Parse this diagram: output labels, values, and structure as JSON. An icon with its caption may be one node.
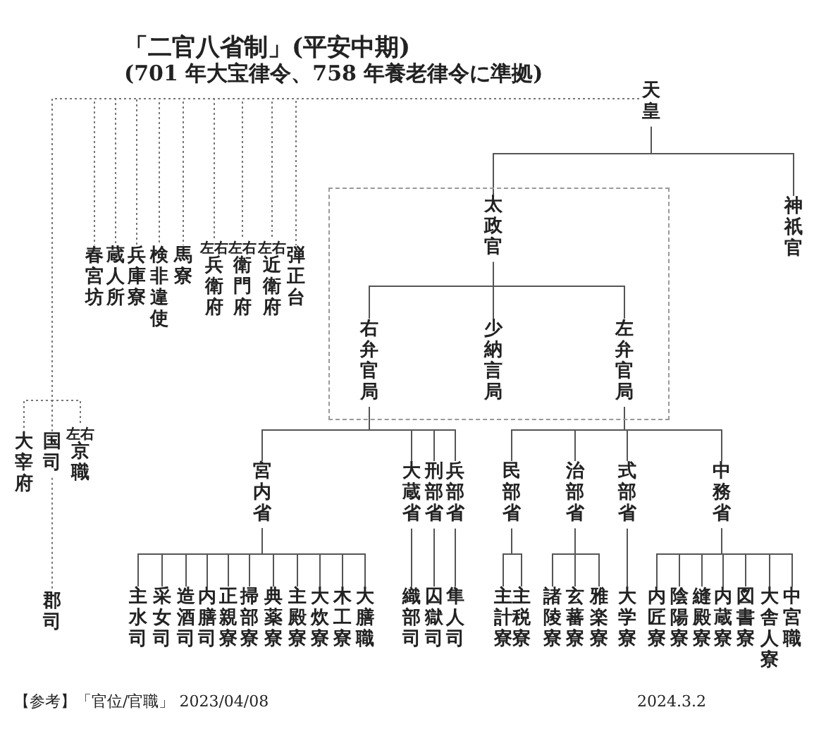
{
  "diagram": {
    "title": "「二官八省制」(平安中期)",
    "nodes": [
      {
        "text": [
          "天皇"
        ]
      },
      {
        "text": [
          "春宮坊"
        ]
      },
      {
        "text": [
          "蔵人所"
        ]
      },
      {
        "text": [
          "兵庫寮"
        ]
      },
      {
        "text": [
          "検非違使"
        ]
      },
      {
        "text": [
          "馬寮"
        ]
      },
      {
        "text": [
          "左右",
          "兵衛府"
        ]
      },
      {
        "text": [
          "左右",
          "衛門府"
        ]
      },
      {
        "text": [
          "左右",
          "近衛府"
        ]
      },
      {
        "text": [
          "弾正台"
        ]
      },
      {
        "text": [],
        "shape": "box"
      },
      {
        "text": [
          "太政官"
        ],
        "in": 10
      },
      {
        "text": [
          "神祇官"
        ]
      },
      {
        "text": [
          "右弁官局"
        ],
        "in": 10
      },
      {
        "text": [
          "少納言局"
        ],
        "in": 10
      },
      {
        "text": [
          "左弁官局"
        ],
        "in": 10
      },
      {
        "text": [
          "大宰府"
        ]
      },
      {
        "text": [
          "国司"
        ]
      },
      {
        "text": [
          "左右",
          "京職"
        ]
      },
      {
        "text": [
          "郡司"
        ]
      },
      {
        "text": [
          "宮内省"
        ]
      },
      {
        "text": [
          "大蔵省"
        ]
      },
      {
        "text": [
          "刑部省"
        ]
      },
      {
        "text": [
          "兵部省"
        ]
      },
      {
        "text": [
          "民部省"
        ]
      },
      {
        "text": [
          "治部省"
        ]
      },
      {
        "text": [
          "式部省"
        ]
      },
      {
        "text": [
          "中務省"
        ]
      },
      {
        "text": [
          "主水司"
        ]
      },
      {
        "text": [
          "采女司"
        ]
      },
      {
        "text": [
          "造酒司"
        ]
      },
      {
        "text": [
          "内膳司"
        ]
      },
      {
        "text": [
          "正親寮"
        ]
      },
      {
        "text": [
          "掃部寮"
        ]
      },
      {
        "text": [
          "典薬寮"
        ]
      },
      {
        "text": [
          "主殿寮"
        ]
      },
      {
        "text": [
          "大炊寮"
        ]
      },
      {
        "text": [
          "木工寮"
        ]
      },
      {
        "text": [
          "大膳職"
        ]
      },
      {
        "text": [
          "織部司"
        ]
      },
      {
        "text": [
          "囚獄司"
        ]
      },
      {
        "text": [
          "隼人司"
        ]
      },
      {
        "text": [
          "主計寮"
        ]
      },
      {
        "text": [
          "主税寮"
        ]
      },
      {
        "text": [
          "諸陵寮"
        ]
      },
      {
        "text": [
          "玄蕃寮"
        ]
      },
      {
        "text": [
          "雅楽寮"
        ]
      },
      {
        "text": [
          "大学寮"
        ]
      },
      {
        "text": [
          "内匠寮"
        ]
      },
      {
        "text": [
          "陰陽寮"
        ]
      },
      {
        "text": [
          "縫殿寮"
        ]
      },
      {
        "text": [
          "内蔵寮"
        ]
      },
      {
        "text": [
          "図書寮"
        ]
      },
      {
        "text": [
          "大舎人寮"
        ]
      },
      {
        "text": [
          "中宮職"
        ]
      }
    ],
    "edges": [
      {
        "from": 0,
        "to": 1,
        "arrow": "none",
        "style": "dashed"
      },
      {
        "from": 0,
        "to": 2,
        "arrow": "none",
        "style": "dashed"
      },
      {
        "from": 0,
        "to": 3,
        "arrow": "none",
        "style": "dashed"
      },
      {
        "from": 0,
        "to": 4,
        "arrow": "none",
        "style": "dashed"
      },
      {
        "from": 0,
        "to": 5,
        "arrow": "none",
        "style": "dashed"
      },
      {
        "from": 0,
        "to": 6,
        "arrow": "none",
        "style": "dashed"
      },
      {
        "from": 0,
        "to": 7,
        "arrow": "none",
        "style": "dashed"
      },
      {
        "from": 0,
        "to": 8,
        "arrow": "none",
        "style": "dashed"
      },
      {
        "from": 0,
        "to": 9,
        "arrow": "none",
        "style": "dashed"
      },
      {
        "from": 0,
        "to": 16,
        "arrow": "none",
        "style": "dashed"
      },
      {
        "from": 0,
        "to": 17,
        "arrow": "none",
        "style": "dashed"
      },
      {
        "from": 0,
        "to": 18,
        "arrow": "none",
        "style": "dashed"
      },
      {
        "from": 17,
        "to": 19,
        "arrow": "none",
        "style": "dashed"
      },
      {
        "from": 0,
        "to": 11,
        "arrow": "none"
      },
      {
        "from": 0,
        "to": 12,
        "arrow": "none"
      },
      {
        "from": 11,
        "to": 13,
        "arrow": "none"
      },
      {
        "from": 11,
        "to": 14,
        "arrow": "none"
      },
      {
        "from": 11,
        "to": 15,
        "arrow": "none"
      },
      {
        "from": 13,
        "to": 20,
        "arrow": "none"
      },
      {
        "from": 13,
        "to": 21,
        "arrow": "none"
      },
      {
        "from": 13,
        "to": 22,
        "arrow": "none"
      },
      {
        "from": 13,
        "to": 23,
        "arrow": "none"
      },
      {
        "from": 15,
        "to": 24,
        "arrow": "none"
      },
      {
        "from": 15,
        "to": 25,
        "arrow": "none"
      },
      {
        "from": 15,
        "to": 26,
        "arrow": "none"
      },
      {
        "from": 15,
        "to": 27,
        "arrow": "none"
      },
      {
        "from": 20,
        "to": 28,
        "arrow": "none"
      },
      {
        "from": 20,
        "to": 29,
        "arrow": "none"
      },
      {
        "from": 20,
        "to": 30,
        "arrow": "none"
      },
      {
        "from": 20,
        "to": 31,
        "arrow": "none"
      },
      {
        "from": 20,
        "to": 32,
        "arrow": "none"
      },
      {
        "from": 20,
        "to": 33,
        "arrow": "none"
      },
      {
        "from": 20,
        "to": 34,
        "arrow": "none"
      },
      {
        "from": 20,
        "to": 35,
        "arrow": "none"
      },
      {
        "from": 20,
        "to": 36,
        "arrow": "none"
      },
      {
        "from": 20,
        "to": 37,
        "arrow": "none"
      },
      {
        "from": 20,
        "to": 38,
        "arrow": "none"
      },
      {
        "from": 21,
        "to": 39,
        "arrow": "none"
      },
      {
        "from": 22,
        "to": 40,
        "arrow": "none"
      },
      {
        "from": 23,
        "to": 41,
        "arrow": "none"
      },
      {
        "from": 24,
        "to": 42,
        "arrow": "none"
      },
      {
        "from": 24,
        "to": 43,
        "arrow": "none"
      },
      {
        "from": 25,
        "to": 44,
        "arrow": "none"
      },
      {
        "from": 25,
        "to": 45,
        "arrow": "none"
      },
      {
        "from": 25,
        "to": 46,
        "arrow": "none"
      },
      {
        "from": 26,
        "to": 47,
        "arrow": "none"
      },
      {
        "from": 27,
        "to": 48,
        "arrow": "none"
      },
      {
        "from": 27,
        "to": 49,
        "arrow": "none"
      },
      {
        "from": 27,
        "to": 50,
        "arrow": "none"
      },
      {
        "from": 27,
        "to": 51,
        "arrow": "none"
      },
      {
        "from": 27,
        "to": 52,
        "arrow": "none"
      },
      {
        "from": 27,
        "to": 53,
        "arrow": "none"
      },
      {
        "from": 27,
        "to": 54,
        "arrow": "none"
      }
    ],
    "labels": [
      "(701 年大宝律令、758 年養老律令に準拠)",
      "【参考】「官位/官職」 2023/04/08",
      "2024.3.2"
    ]
  }
}
